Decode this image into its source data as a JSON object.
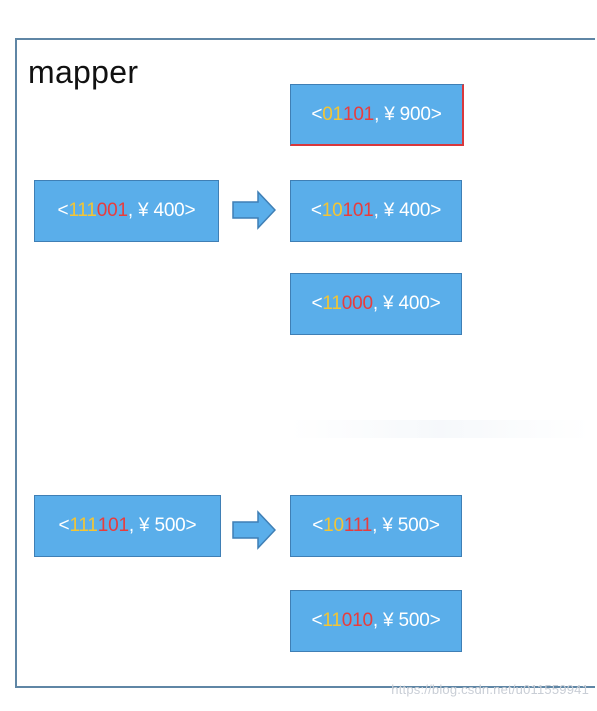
{
  "title": "mapper",
  "inputs": [
    {
      "parts": [
        {
          "t": "<",
          "c": "w"
        },
        {
          "t": "111",
          "c": "y"
        },
        {
          "t": "001",
          "c": "r"
        },
        {
          "t": ", ¥ 400>",
          "c": "w"
        }
      ],
      "outputs": [
        {
          "parts": [
            {
              "t": "<",
              "c": "w"
            },
            {
              "t": "01",
              "c": "y"
            },
            {
              "t": "101",
              "c": "r"
            },
            {
              "t": ", ¥ 900>",
              "c": "w"
            }
          ]
        },
        {
          "parts": [
            {
              "t": "<",
              "c": "w"
            },
            {
              "t": "10",
              "c": "y"
            },
            {
              "t": "101",
              "c": "r"
            },
            {
              "t": ", ¥ 400>",
              "c": "w"
            }
          ]
        },
        {
          "parts": [
            {
              "t": "<",
              "c": "w"
            },
            {
              "t": "11",
              "c": "y"
            },
            {
              "t": "000",
              "c": "r"
            },
            {
              "t": ", ¥ 400>",
              "c": "w"
            }
          ]
        }
      ]
    },
    {
      "parts": [
        {
          "t": "<",
          "c": "w"
        },
        {
          "t": "111",
          "c": "y"
        },
        {
          "t": "101",
          "c": "r"
        },
        {
          "t": ", ¥ 500>",
          "c": "w"
        }
      ],
      "outputs": [
        {
          "parts": [
            {
              "t": "<",
              "c": "w"
            },
            {
              "t": "10",
              "c": "y"
            },
            {
              "t": "111",
              "c": "r"
            },
            {
              "t": ", ¥ 500>",
              "c": "w"
            }
          ]
        },
        {
          "parts": [
            {
              "t": "<",
              "c": "w"
            },
            {
              "t": "11",
              "c": "y"
            },
            {
              "t": "010",
              "c": "r"
            },
            {
              "t": ", ¥ 500>",
              "c": "w"
            }
          ]
        }
      ]
    }
  ],
  "watermark": "https://blog.csdn.net/u011559941",
  "colors": {
    "box_fill": "#5aaeea",
    "box_border": "#3f7fb5",
    "yellow": "#f4c534",
    "red": "#e83d3d",
    "frame": "#5f86a5"
  },
  "icons": [
    "right-arrow-icon"
  ]
}
